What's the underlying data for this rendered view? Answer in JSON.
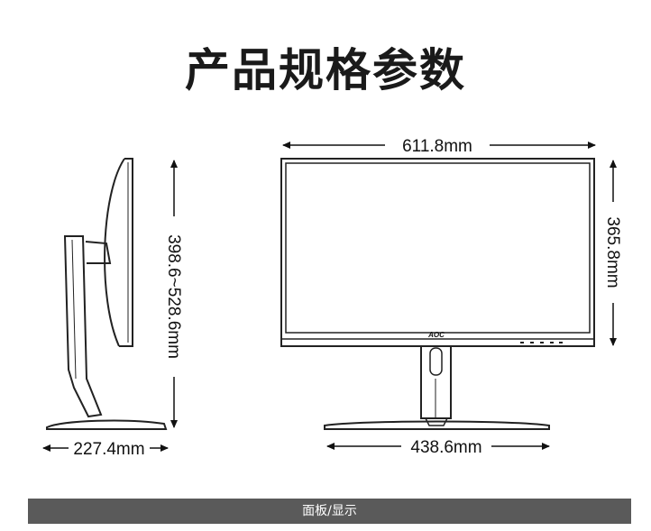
{
  "title": "产品规格参数",
  "dimensions": {
    "front_width": "611.8mm",
    "front_height": "365.8mm",
    "side_height": "398.6~528.6mm",
    "side_depth": "227.4mm",
    "base_width": "438.6mm"
  },
  "brand_logo": "AOC",
  "footer_label": "面板/显示"
}
